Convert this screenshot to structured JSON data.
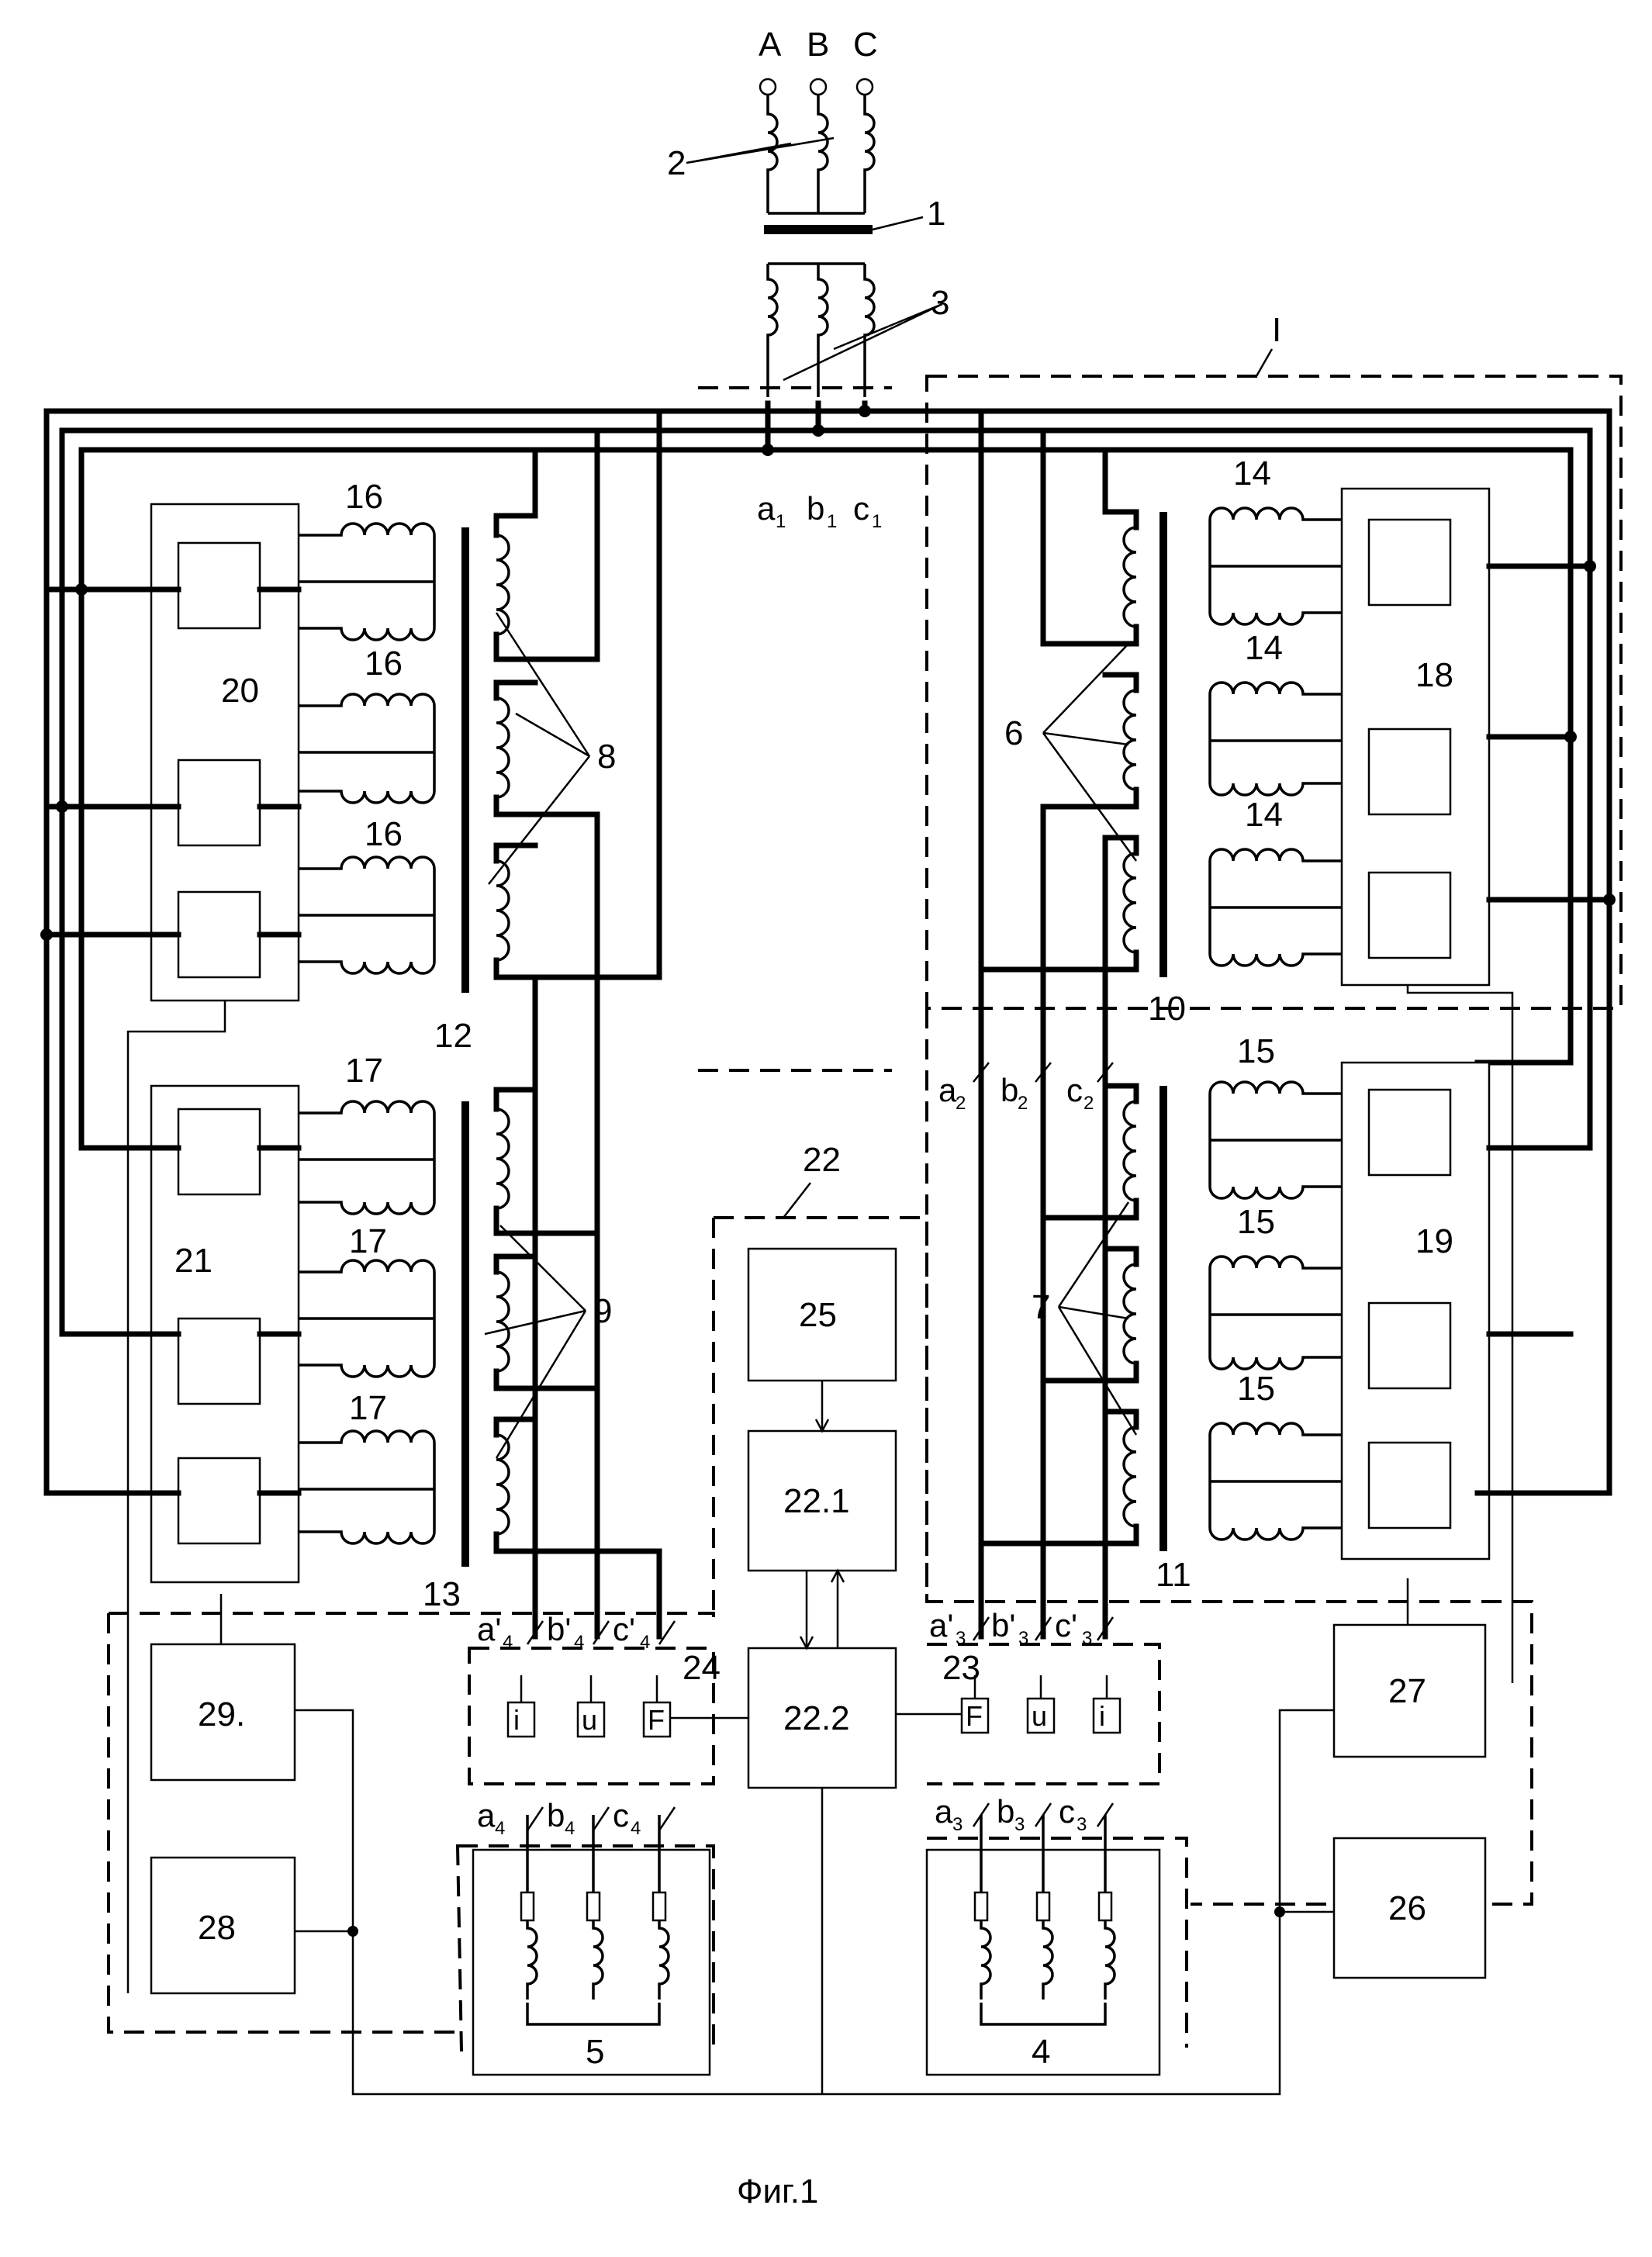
{
  "phases": [
    "A",
    "B",
    "C"
  ],
  "nodes_top": {
    "a": "a",
    "b": "b",
    "c": "c",
    "sub": "1"
  },
  "nodes_2": {
    "a": "a",
    "b": "b",
    "c": "c",
    "sub": "2"
  },
  "nodes_3": {
    "a": "a'",
    "b": "b'",
    "c": "c'",
    "sub": "3"
  },
  "nodes_4": {
    "a": "a'",
    "b": "b'",
    "c": "c'",
    "sub": "4"
  },
  "nodes_3b": {
    "a": "a",
    "b": "b",
    "c": "c",
    "sub": "3"
  },
  "nodes_4b": {
    "a": "a",
    "b": "b",
    "c": "c",
    "sub": "4"
  },
  "labels": {
    "l1": "1",
    "l2": "2",
    "l3": "3",
    "l4": "4",
    "l5": "5",
    "l6": "6",
    "l7": "7",
    "l8": "8",
    "l9": "9",
    "l10": "10",
    "l11": "11",
    "l12": "12",
    "l13": "13",
    "l14": "14",
    "l15": "15",
    "l16": "16",
    "l17": "17",
    "l18": "18",
    "l19": "19",
    "l20": "20",
    "l21": "21",
    "l22": "22",
    "l23": "23",
    "l24": "24",
    "lI": "I"
  },
  "blocks": {
    "b25": "25",
    "b22_1": "22.1",
    "b22_2": "22.2",
    "b26": "26",
    "b27": "27",
    "b28": "28",
    "b29": "29."
  },
  "sensors": {
    "i": "i",
    "u": "u",
    "F": "F"
  },
  "caption": "Фиг.1"
}
